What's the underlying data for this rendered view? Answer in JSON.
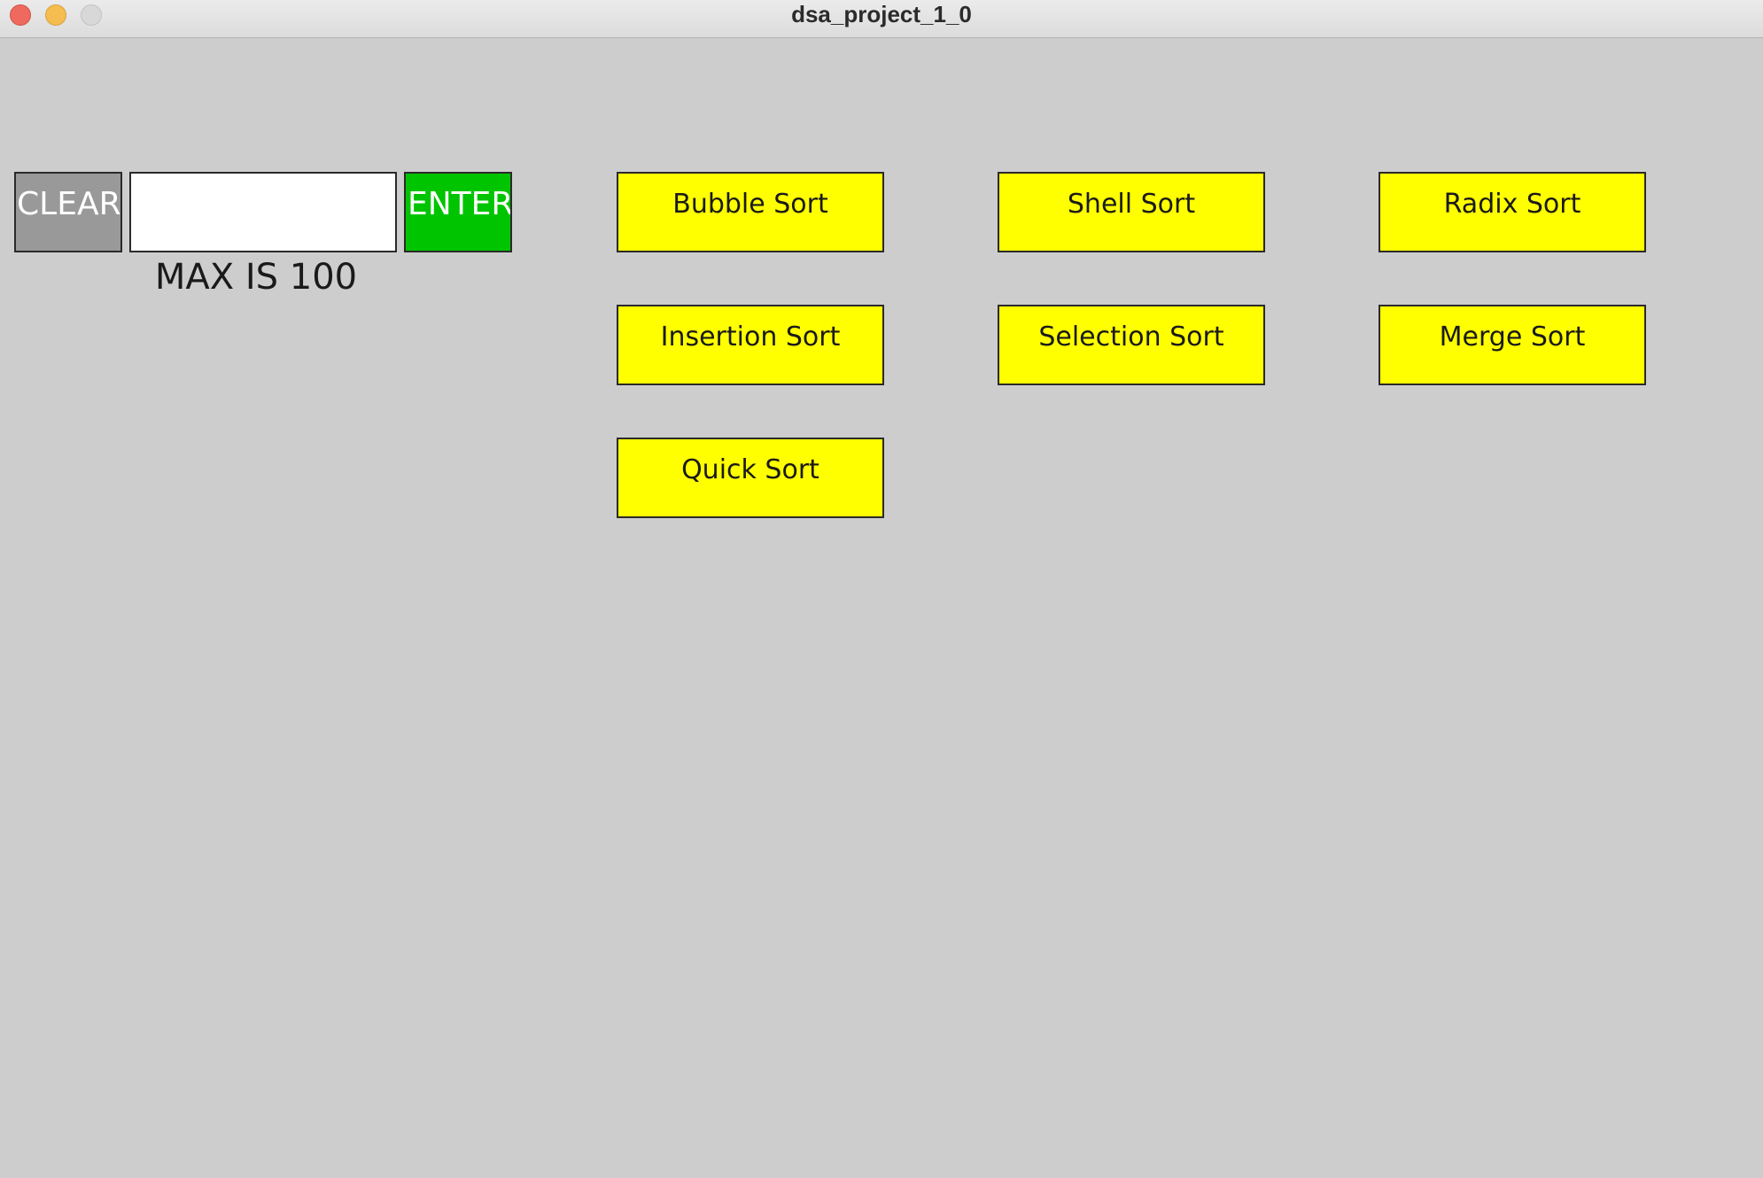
{
  "window": {
    "title": "dsa_project_1_0"
  },
  "controls": {
    "clear_label": "CLEAR",
    "input_value": "",
    "enter_label": "ENTER",
    "max_label": "MAX IS 100"
  },
  "sort_buttons": [
    {
      "label": "Bubble Sort"
    },
    {
      "label": "Shell Sort"
    },
    {
      "label": "Radix Sort"
    },
    {
      "label": "Insertion Sort"
    },
    {
      "label": "Selection Sort"
    },
    {
      "label": "Merge Sort"
    },
    {
      "label": "Quick Sort"
    }
  ],
  "colors": {
    "background": "#cdcdcd",
    "clear_button": "#999999",
    "enter_button": "#00c400",
    "sort_button": "#ffff00"
  }
}
